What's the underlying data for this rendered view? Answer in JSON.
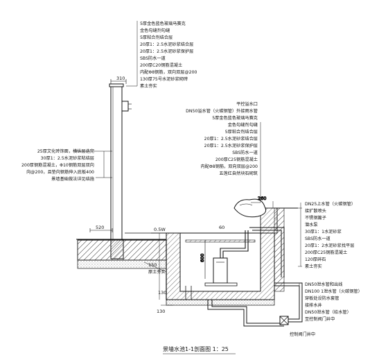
{
  "title": "景墙水池1-1剖面图 1：25",
  "wall_callouts": [
    "5厚金色蓝色玻璃马赛克",
    "金色勾缝剂勾缝",
    "5厚粘合剂结合层",
    "20厚1：2.5水泥砂浆结合层",
    "20厚1：2.5水泥砂浆保护层",
    "SBS防水一道",
    "200厚C20钢筋混凝土",
    "内配Φ8钢筋，双向双层@200",
    "130厚75号水泥砂浆砌砖",
    "素土夯实"
  ],
  "pool_callouts": [
    "平控溢水口",
    "DN50溢水管（火碳钢管）外接雨水管",
    "5厚金色蓝色玻璃马赛克",
    "金色勾缝剂勾缝",
    "5厚粘合剂结合层",
    "20厚1：2.5水泥砂浆结合层",
    "20厚1：2.5水泥砂浆保护层",
    "SBS防水一道",
    "200厚C25钢筋混凝土",
    "内配Φ8钢筋，双向双层@200",
    "五莲红自然块石砌筑"
  ],
  "left_callouts": [
    "25厚文化砖饰面，横纵层迭完",
    "30厚1：2.5水泥砂浆粘结层",
    "200厚钢筋混凝土，Φ10钢筋双层双向",
    "向@200，且垫向钢筋伸入底板400",
    "景墙基础做法详见结施"
  ],
  "right_callouts": [
    "DN25上水管（火碳钢管）",
    "接扩散喷头",
    "不锈钢篦子",
    "潜水泵",
    "30厚1：1水泥砂浆",
    "SBS防水一道",
    "20厚1：2水泥砂浆找平层",
    "200厚C25钢筋混凝土",
    "120厚碎石",
    "素土夯实"
  ],
  "bottom_right_callouts": [
    "DN50泄水管和出线",
    "DN100 1泄水管（火碳钢管）",
    "穿板处设防水套管",
    "接排水井",
    "DN50泄水管（给水管）",
    "至控制阀门井中",
    "控制阀门井中"
  ],
  "dimensions": {
    "d310": "310",
    "d520": "520",
    "d600": "600",
    "d260": "260",
    "d150": "150",
    "d130a": "130",
    "d130b": "130",
    "d60": "60",
    "water_level": "0.5W"
  },
  "ground_label": "原土夯实"
}
